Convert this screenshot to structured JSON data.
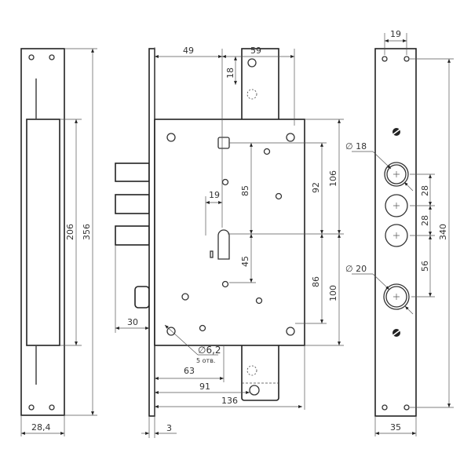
{
  "strike_plate": {
    "height_inner": "206",
    "height_total": "356",
    "width": "28,4"
  },
  "lock_body": {
    "dim_49": "49",
    "dim_59": "59",
    "dim_18": "18",
    "dim_106": "106",
    "dim_100": "100",
    "dim_92": "92",
    "dim_86": "86",
    "dim_85": "85",
    "dim_45": "45",
    "dim_19": "19",
    "dim_30": "30",
    "dim_63": "63",
    "dim_91": "91",
    "dim_136": "136",
    "dim_3": "3",
    "hole_diameter": "∅6,2",
    "hole_count": "5 отв."
  },
  "faceplate": {
    "dim_19": "19",
    "dia_18": "∅ 18",
    "dia_20": "∅ 20",
    "dim_28a": "28",
    "dim_28b": "28",
    "dim_56": "56",
    "dim_340": "340",
    "dim_35": "35"
  }
}
